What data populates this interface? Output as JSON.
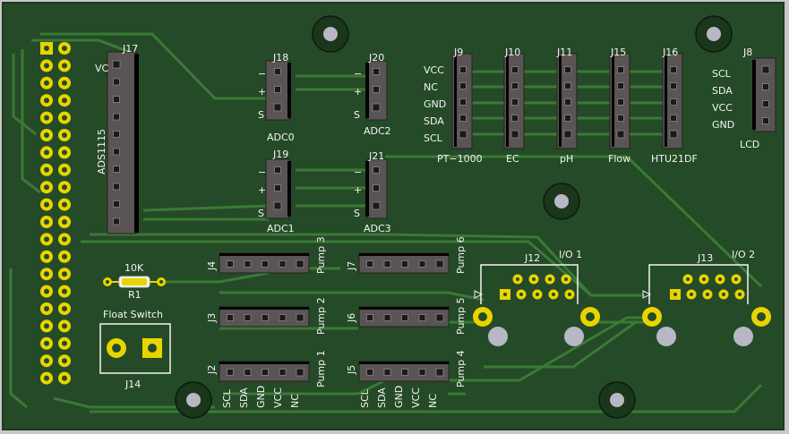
{
  "colors": {
    "board": "#254a27",
    "trace": "#3a7a36",
    "silk": "#f4f4f4",
    "header": "#5b5454",
    "pad": "#e8d400",
    "hole": "#b7b7c6"
  },
  "refs": {
    "j17": "J17",
    "j18": "J18",
    "j20": "J20",
    "j19": "J19",
    "j21": "J21",
    "j9": "J9",
    "j10": "J10",
    "j11": "J11",
    "j15": "J15",
    "j16": "J16",
    "j8": "J8",
    "j4": "J4",
    "j7": "J7",
    "j3": "J3",
    "j6": "J6",
    "j2": "J2",
    "j5": "J5",
    "j12": "J12",
    "j13": "J13",
    "j14": "J14",
    "r1": "R1",
    "r1_value": "10K"
  },
  "labels": {
    "ads": "ADS1115",
    "vcc_short": "VC",
    "adc0": "ADC0",
    "adc1": "ADC1",
    "adc2": "ADC2",
    "adc3": "ADC3",
    "minus": "−",
    "plus": "+",
    "s": "S",
    "pt1000": "PT−1000",
    "ec": "EC",
    "ph": "pH",
    "flow": "Flow",
    "htu": "HTU21DF",
    "lcd": "LCD",
    "pump1": "Pump 1",
    "pump2": "Pump 2",
    "pump3": "Pump 3",
    "pump4": "Pump 4",
    "pump5": "Pump 5",
    "pump6": "Pump 6",
    "io1": "I/O 1",
    "io2": "I/O 2",
    "float_switch": "Float Switch"
  },
  "sensor_pins": [
    "VCC",
    "NC",
    "GND",
    "SDA",
    "SCL"
  ],
  "lcd_pins": [
    "SCL",
    "SDA",
    "VCC",
    "GND"
  ],
  "bottom_pins": [
    "SCL",
    "SDA",
    "GND",
    "VCC",
    "NC"
  ]
}
